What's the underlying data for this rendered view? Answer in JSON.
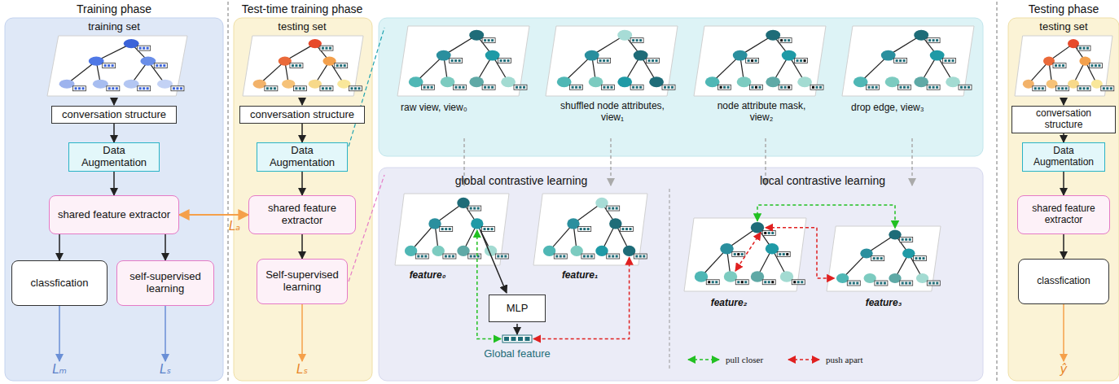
{
  "diagram": {
    "nodes": [
      {
        "text": [
          "conversation structure"
        ]
      },
      {
        "text": [
          "Data Augmentation"
        ]
      },
      {
        "text": [
          "shared feature extractor"
        ]
      },
      {
        "text": [
          "classfication"
        ]
      },
      {
        "text": [
          "self-supervised learning"
        ]
      },
      {
        "text": [
          "conversation structure"
        ]
      },
      {
        "text": [
          "Data Augmentation"
        ]
      },
      {
        "text": [
          "shared feature extractor"
        ]
      },
      {
        "text": [
          "Self-supervised learning"
        ]
      },
      {
        "text": [
          "MLP"
        ]
      },
      {
        "text": [
          "conversation structure"
        ]
      },
      {
        "text": [
          "Data Augmentation"
        ]
      },
      {
        "text": [
          "shared feature extractor"
        ]
      },
      {
        "text": [
          "classfication"
        ]
      }
    ],
    "edges": [
      {
        "from": 0,
        "to": 1,
        "arrow": "to"
      },
      {
        "from": 1,
        "to": 2,
        "arrow": "to"
      },
      {
        "from": 2,
        "to": 3,
        "arrow": "to"
      },
      {
        "from": 2,
        "to": 4,
        "arrow": "to"
      },
      {
        "from": 5,
        "to": 6,
        "arrow": "to"
      },
      {
        "from": 6,
        "to": 7,
        "arrow": "to"
      },
      {
        "from": 7,
        "to": 8,
        "arrow": "to"
      },
      {
        "from": 2,
        "to": 7,
        "label": "Lₐ",
        "arrow": "both"
      },
      {
        "from": 10,
        "to": 11,
        "arrow": "to"
      },
      {
        "from": 11,
        "to": 12,
        "arrow": "to"
      },
      {
        "from": 12,
        "to": 13,
        "arrow": "to"
      }
    ],
    "labels": [
      "Training phase",
      "Test-time training phase",
      "Testing phase",
      "training set",
      "testing set",
      "testing set",
      "Lₘ",
      "Lₛ",
      "Lₛ",
      "ŷ",
      "raw view, view₀",
      "shuffled node attributes, view₁",
      "node attribute mask, view₂",
      "drop edge, view₃",
      "global contrastive learning",
      "local contrastive learning",
      "feature₀",
      "feature₁",
      "feature₂",
      "feature₃",
      "Global feature"
    ],
    "legend": [
      {
        "text": "pull closer"
      },
      {
        "text": "push apart"
      }
    ]
  }
}
